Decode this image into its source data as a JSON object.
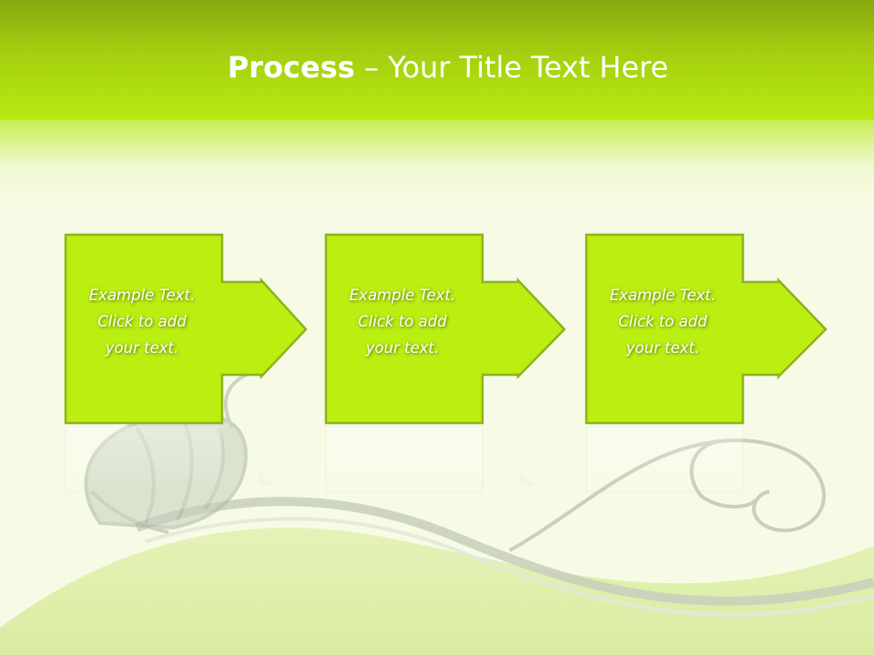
{
  "title": {
    "bold": "Process",
    "rest": " – Your Title Text Here"
  },
  "steps": [
    {
      "text": "Example Text.\nClick  to add\nyour text."
    },
    {
      "text": "Example Text.\nClick  to add\nyour text."
    },
    {
      "text": "Example Text.\nClick  to add\nyour text."
    }
  ],
  "colors": {
    "shape_fill": "#bbee11",
    "shape_border": "#8fb21b",
    "header_top": "#86a80e"
  }
}
